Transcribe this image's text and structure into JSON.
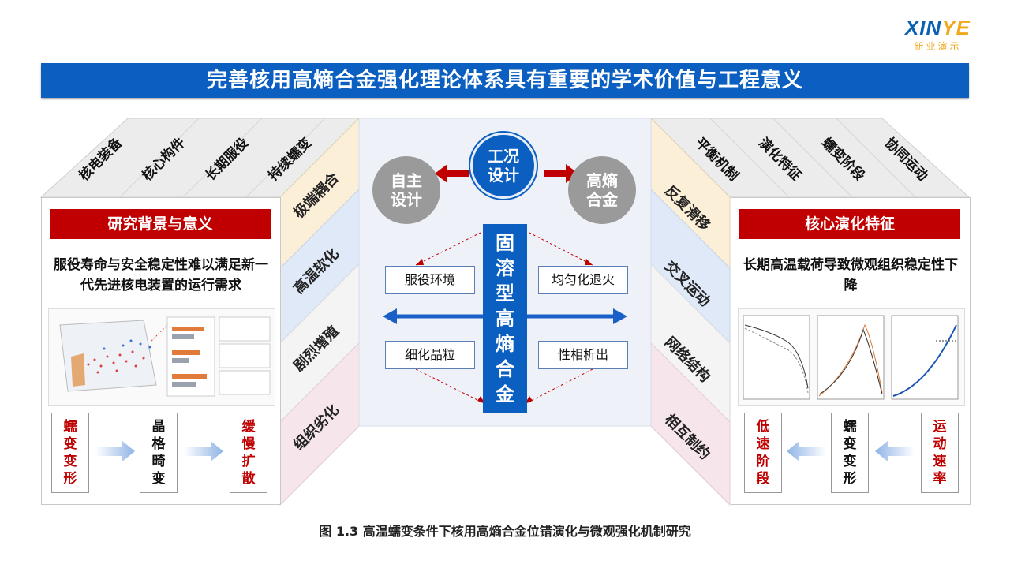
{
  "logo": {
    "word_prefix": "XIN",
    "word_e": "YE",
    "subtitle": "新业演示"
  },
  "banner_title": "完善核用高熵合金强化理论体系具有重要的学术价值与工程意义",
  "caption": "图 1.3 高温蠕变条件下核用高熵合金位错演化与微观强化机制研究",
  "left": {
    "top_words": [
      "核电装备",
      "核心构件",
      "长期服役",
      "持续蠕变"
    ],
    "side_words": [
      "极端耦合",
      "高温软化",
      "剧烈增殖",
      "组织劣化"
    ],
    "title": "研究背景与意义",
    "text": "服役寿命与安全稳定性难以满足新一代先进核电装置的运行需求",
    "flow": [
      "蠕变变形",
      "晶格畸变",
      "缓慢扩散"
    ]
  },
  "right": {
    "top_words": [
      "平衡机制",
      "演化特征",
      "蠕变阶段",
      "协同运动"
    ],
    "side_words": [
      "反复滑移",
      "交叉运动",
      "网络结构",
      "相互制约"
    ],
    "title": "核心演化特征",
    "text": "长期高温载荷导致微观组织稳定性下降",
    "flow": [
      "低速阶段",
      "蠕变变形",
      "运动速率"
    ]
  },
  "center": {
    "circles": {
      "top": "工况设计",
      "left": "自主设计",
      "right": "高熵合金"
    },
    "core": "固溶型高熵合金",
    "boxes": {
      "top_left": "服役环境",
      "top_right": "均匀化退火",
      "bottom_left": "细化晶粒",
      "bottom_right": "性相析出"
    }
  },
  "colors": {
    "banner": "#0b5fc0",
    "red": "#c00000",
    "circle_gray": "#9a9a9a",
    "circle_blue": "#0b5fc0"
  }
}
